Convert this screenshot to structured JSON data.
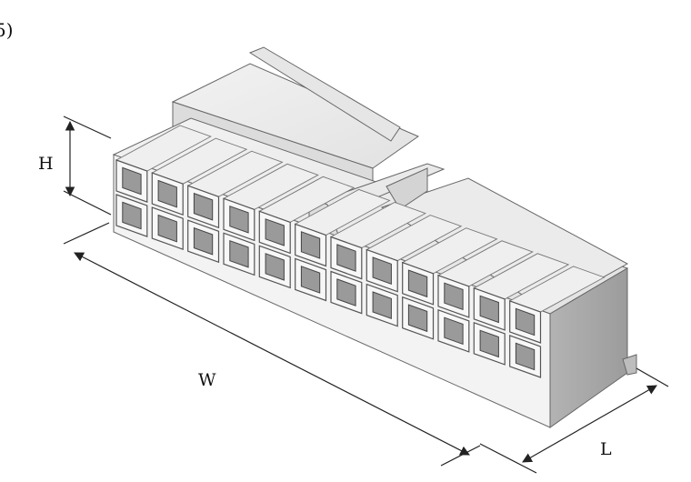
{
  "figure": {
    "corner_mark": "5)",
    "dimensions": {
      "height_label": "H",
      "width_label": "W",
      "length_label": "L"
    },
    "connector": {
      "rows": 2,
      "columns": 12
    },
    "colors": {
      "top_face": "#ececec",
      "front_face": "#f3f3f3",
      "end_face": "#a6a6a6",
      "cavity_dark": "#9a9a9a",
      "outline": "#555555",
      "dimension_line": "#222222"
    }
  }
}
